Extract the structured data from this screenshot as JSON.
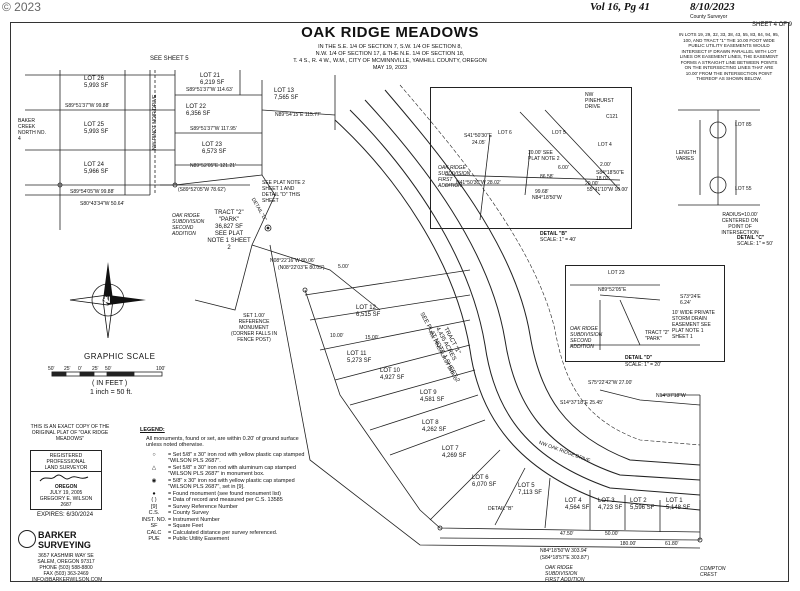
{
  "header": {
    "copyright": "© 2023",
    "recording_stamp": "Vol 16, Pg 41",
    "recording_date": "8/10/2023",
    "recorded_label": "County Surveyor",
    "sheet": "SHEET 4 OF 9",
    "title": "OAK RIDGE MEADOWS",
    "subtitle_lines": [
      "IN THE S.E. 1/4 OF SECTION 7, S.W. 1/4 OF SECTION 8,",
      "N.W. 1/4 OF SECTION 17, & THE N.E. 1/4 OF SECTION 18,",
      "T. 4 S., R. 4 W., W.M., CITY OF MCMINNVILLE, YAMHILL COUNTY, OREGON",
      "MAY 19, 2023"
    ]
  },
  "see_sheet_5": "SEE SHEET 5",
  "lot_note": "IN LOTS 19, 29, 32, 33, 38, 43, 55, 83, 84, 94, 95, 100, AND TRACT \"1\" THE 10.00 FOOT WIDE PUBLIC UTILITY EASEMENTS WOULD INTERSECT IF DRAWN PARALLEL WITH LOT LINES OR EASEMENT LINES, THE EASEMENT FORMS A STRAIGHT LINE BETWEEN POINTS ON THE INTERSECTING LINES THAT ARE 10.00' FROM THE INTERSECTION POINT THEREOF AS SHOWN BELOW.",
  "detail_c": {
    "lots": [
      "LOT 85",
      "LOT 55"
    ],
    "length": "LENGTH VARIES",
    "note": "RADIUS=10.00' CENTERED ON POINT OF INTERSECTION",
    "title": "DETAIL \"C\"",
    "scale": "SCALE: 1\" = 50'"
  },
  "detail_b": {
    "title": "DETAIL \"B\"",
    "scale": "SCALE: 1\" = 40'",
    "labels": [
      "NW PINEHURST DRIVE",
      "LOT 6",
      "LOT 5",
      "LOT 4",
      "OAK RIDGE SUBDIVISION FIRST ADDITION",
      "S41°50'30\"E",
      "24.05'",
      "10.00' SEE PLAT NOTE 2",
      "N41°50'30\"W 28.02'",
      "86.58'",
      "99.68'",
      "N84°18'50\"W",
      "S84°18'50\"E 18.02'",
      "55°41'10\"W 10.00'",
      "2.00'",
      "20.00'",
      "6.00'",
      "C121"
    ]
  },
  "detail_d": {
    "title": "DETAIL \"D\"",
    "scale": "SCALE: 1\" = 20'",
    "labels": [
      "LOT 23",
      "N89°52'05\"E",
      "S73°24'E 6.24'",
      "10' WIDE PRIVATE STORM DRAIN EASEMENT SEE PLAT NOTE 1 SHEET 1",
      "TRACT \"2\" \"PARK\"",
      "OAK RIDGE SUBDIVISION SECOND ADDITION"
    ]
  },
  "lots": [
    {
      "name": "LOT 26",
      "area": "5,993 SF"
    },
    {
      "name": "LOT 25",
      "area": "5,993 SF"
    },
    {
      "name": "LOT 24",
      "area": "5,966 SF"
    },
    {
      "name": "LOT 21",
      "area": "6,219 SF"
    },
    {
      "name": "LOT 22",
      "area": "6,356 SF"
    },
    {
      "name": "LOT 23",
      "area": "6,573 SF"
    },
    {
      "name": "LOT 13",
      "area": "7,565 SF"
    },
    {
      "name": "LOT 12",
      "area": "6,515 SF"
    },
    {
      "name": "LOT 11",
      "area": "5,273 SF"
    },
    {
      "name": "LOT 10",
      "area": "4,927 SF"
    },
    {
      "name": "LOT 9",
      "area": "4,581 SF"
    },
    {
      "name": "LOT 8",
      "area": "4,262 SF"
    },
    {
      "name": "LOT 7",
      "area": "4,269 SF"
    },
    {
      "name": "LOT 6",
      "area": "6,070 SF"
    },
    {
      "name": "LOT 5",
      "area": "7,113 SF"
    },
    {
      "name": "LOT 4",
      "area": "4,564 SF"
    },
    {
      "name": "LOT 3",
      "area": "4,723 SF"
    },
    {
      "name": "LOT 2",
      "area": "5,596 SF"
    },
    {
      "name": "LOT 1",
      "area": "5,148 SF"
    }
  ],
  "tract2": {
    "name": "TRACT \"2\"",
    "sub": "\"PARK\"",
    "area": "36,827 SF",
    "note": "SEE PLAT NOTE 1 SHEET 2"
  },
  "tract1": {
    "name": "TRACT \"1\"",
    "area": "4,435 ACRES",
    "note": "SEE PLAT NOTE 1 SHEET 2"
  },
  "streets": [
    "NW PINOT NOIR DRIVE",
    "NW PINEHURST DRIVE",
    "NW OAK RIDGE DRIVE"
  ],
  "bearings": [
    "S89°51'37\"W 114.63'",
    "S89°51'37\"W 99.88'",
    "N89°54'15\"E 115.77'",
    "S89°54'05\"W 99.88'",
    "S80°43'34\"W 50.64'",
    "(S89°52'05\"W 78.62')",
    "N08°22'16\"W 80.06'",
    "(N08°22'03\"E 80.03')",
    "N84°18'50\"W 303.94'",
    "(S84°18'57\"E 303.87')",
    "S75°22'42\"W 27.00'",
    "S14°37'18\"E 25.45'",
    "N14°37'18\"W",
    "S89°51'37\"W 117.95'",
    "N89°52'05\"E 121.21'",
    "5.00'",
    "10.00'",
    "15.00'",
    "47.50'",
    "50.00'",
    "180.00'",
    "61.80'"
  ],
  "detail_refs": [
    "DETAIL \"B\"",
    "DETAIL \"D\"",
    "SEE PLAT NOTE 2 SHEET 1 AND DETAIL \"D\" THIS SHEET"
  ],
  "oak_ridge_labels": [
    "OAK RIDGE SUBDIVISION SECOND ADDITION",
    "OAK RIDGE SUBDIVISION FIRST ADDITION",
    "COMPTON CREST"
  ],
  "monument_note": "SET 1.00' REFERENCE MONUMENT (CORNER FALLS IN FENCE POST)",
  "baker_creek": "BAKER CREEK NORTH NO. 4",
  "graphic_scale": {
    "title": "GRAPHIC SCALE",
    "ticks": [
      "50'",
      "25'",
      "0'",
      "25'",
      "50'",
      "100'"
    ],
    "units": "( IN FEET )",
    "ratio": "1 inch = 50 ft."
  },
  "exact_copy": "THIS IS AN EXACT COPY OF THE ORIGINAL PLAT OF \"OAK RIDGE MEADOWS\"",
  "stamp": {
    "lines": [
      "REGISTERED",
      "PROFESSIONAL",
      "LAND SURVEYOR"
    ],
    "state": "OREGON",
    "date": "JULY 19, 2005",
    "name": "GREGORY E. WILSON",
    "number": "2687",
    "expires": "EXPIRES: 6/30/2024"
  },
  "company": {
    "name_lines": [
      "BARKER",
      "SURVEYING"
    ],
    "address": [
      "3657 KASHMIR WAY SE",
      "SALEM, OREGON 97317",
      "PHONE (503) 588-8800",
      "FAX (503) 363-2469",
      "INFO@BARKERWILSON.COM"
    ]
  },
  "legend": {
    "title": "LEGEND:",
    "intro": "All monuments, found or set, are within 0.20' of ground surface unless noted otherwise.",
    "items": [
      {
        "sym": "○",
        "text": "= Set 5/8\" x 30\" iron rod with yellow plastic cap stamped \"WILSON PLS 2687\"."
      },
      {
        "sym": "△",
        "text": "= Set 5/8\" x 30\" iron rod with aluminum cap stamped \"WILSON PLS 2687\" in monument box."
      },
      {
        "sym": "◉",
        "text": "= 5/8\" x 30\" iron rod with yellow plastic cap stamped \"WILSON PLS 2687\", set in [9]."
      },
      {
        "sym": "●",
        "text": "= Found monument (see found monument list)"
      },
      {
        "sym": "( )",
        "text": "= Data of record and measured per C.S. 13585"
      },
      {
        "sym": "[9]",
        "text": "= Survey Reference Number"
      },
      {
        "sym": "C.S.",
        "text": "= County Survey"
      },
      {
        "sym": "INST. NO.",
        "text": "= Instrument Number"
      },
      {
        "sym": "SF",
        "text": "= Square Feet"
      },
      {
        "sym": "CALC",
        "text": "= Calculated distance per survey referenced."
      },
      {
        "sym": "PUE",
        "text": "= Public Utility Easement"
      }
    ]
  },
  "north_label": "N"
}
